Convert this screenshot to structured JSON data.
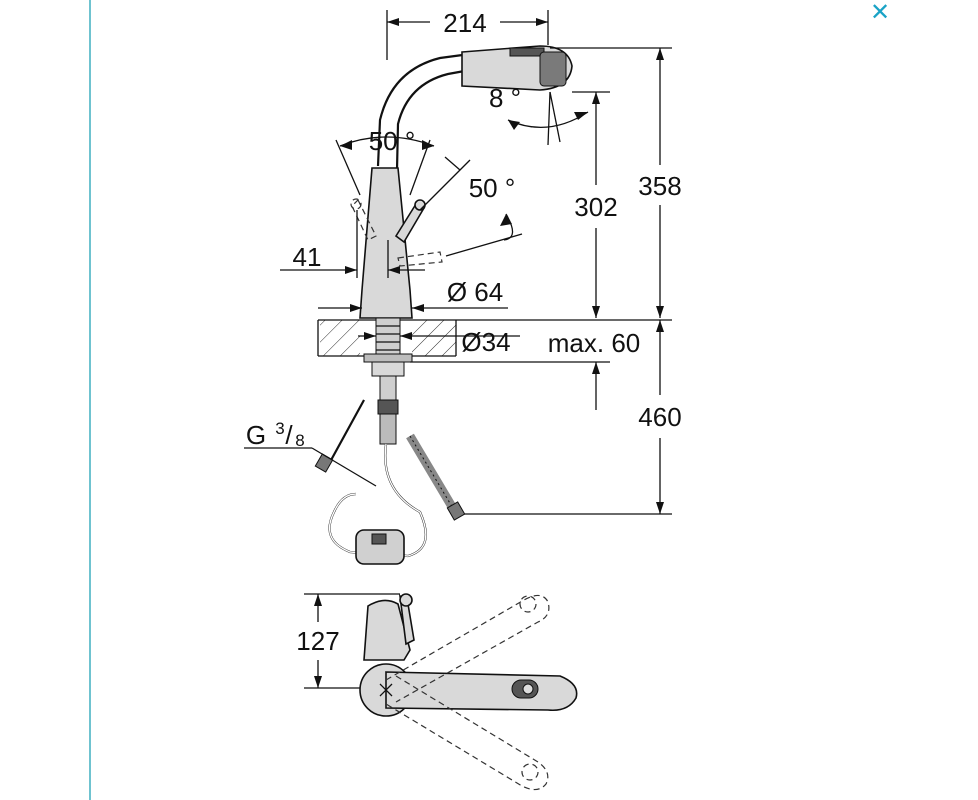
{
  "window": {
    "close_icon": "close-icon",
    "accent_color": "#1aa3c6",
    "close_glyph": "✕"
  },
  "drawing": {
    "dimensions": {
      "spout_reach": "214",
      "spray_angle": "8 °",
      "handle_angle_left": "50 °",
      "handle_angle_right": "50 °",
      "height_to_head": "302",
      "total_height": "358",
      "handle_offset": "41",
      "base_diameter": "Ø 64",
      "hole_diameter": "Ø34",
      "max_deck": "max. 60",
      "hose_length": "460",
      "thread_prefix": "G",
      "thread_num": "3",
      "thread_den": "8",
      "depth": "127"
    }
  }
}
